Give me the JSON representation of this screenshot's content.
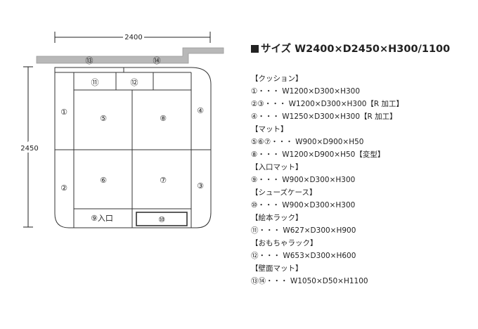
{
  "diagram": {
    "width_label": "2400",
    "depth_label": "2450",
    "wall_mat_labels": [
      "⑬",
      "⑭"
    ],
    "cushion_labels": {
      "left_top": "①",
      "left_bottom": "②",
      "right_top": "④",
      "right_bottom": "③"
    },
    "rack_labels": {
      "picture_book": "⑪",
      "toy": "⑫"
    },
    "mat_labels": {
      "top_left": "⑤",
      "top_right": "⑧",
      "bottom_left": "⑥",
      "bottom_right": "⑦"
    },
    "entrance_label": "⑨入口",
    "shoe_case_label": "⑩"
  },
  "spec": {
    "title": "サイズ W2400×D2450×H300/1100",
    "lines": [
      "【クッション】",
      "①・・・ W1200×D300×H300",
      "②③・・・ W1200×D300×H300【R 加工】",
      "④・・・ W1250×D300×H300【R 加工】",
      "【マット】",
      "⑤⑥⑦・・・ W900×D900×H50",
      "⑧・・・ W1200×D900×H50【変型】",
      "【入口マット】",
      "⑨・・・ W900×D300×H300",
      "【シューズケース】",
      "⑩・・・ W900×D300×H300",
      "【絵本ラック】",
      "⑪・・・ W627×D300×H900",
      "【おもちゃラック】",
      "⑫・・・ W653×D300×H600",
      "【壁面マット】",
      "⑬⑭・・・ W1050×D50×H1100"
    ]
  }
}
